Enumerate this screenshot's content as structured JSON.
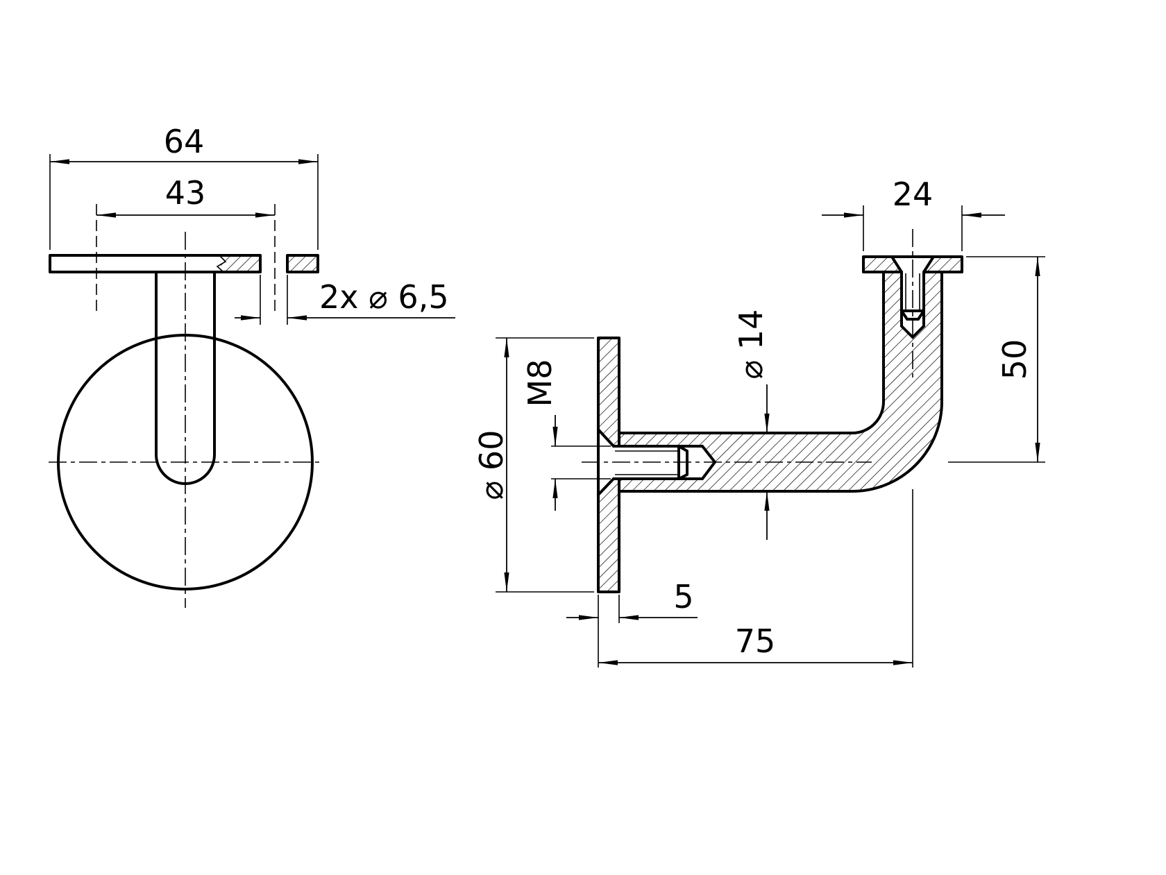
{
  "drawing": {
    "colors": {
      "line": "#000000",
      "background": "#ffffff"
    },
    "front_view": {
      "plate_width": "64",
      "hole_spacing": "43",
      "holes": "2x ⌀ 6,5"
    },
    "side_view": {
      "plate_depth": "24",
      "drop_height": "50",
      "arm_diameter": "⌀ 14",
      "thread": "M8",
      "wall_plate_diameter": "⌀ 60",
      "wall_plate_thickness": "5",
      "reach": "75"
    }
  }
}
